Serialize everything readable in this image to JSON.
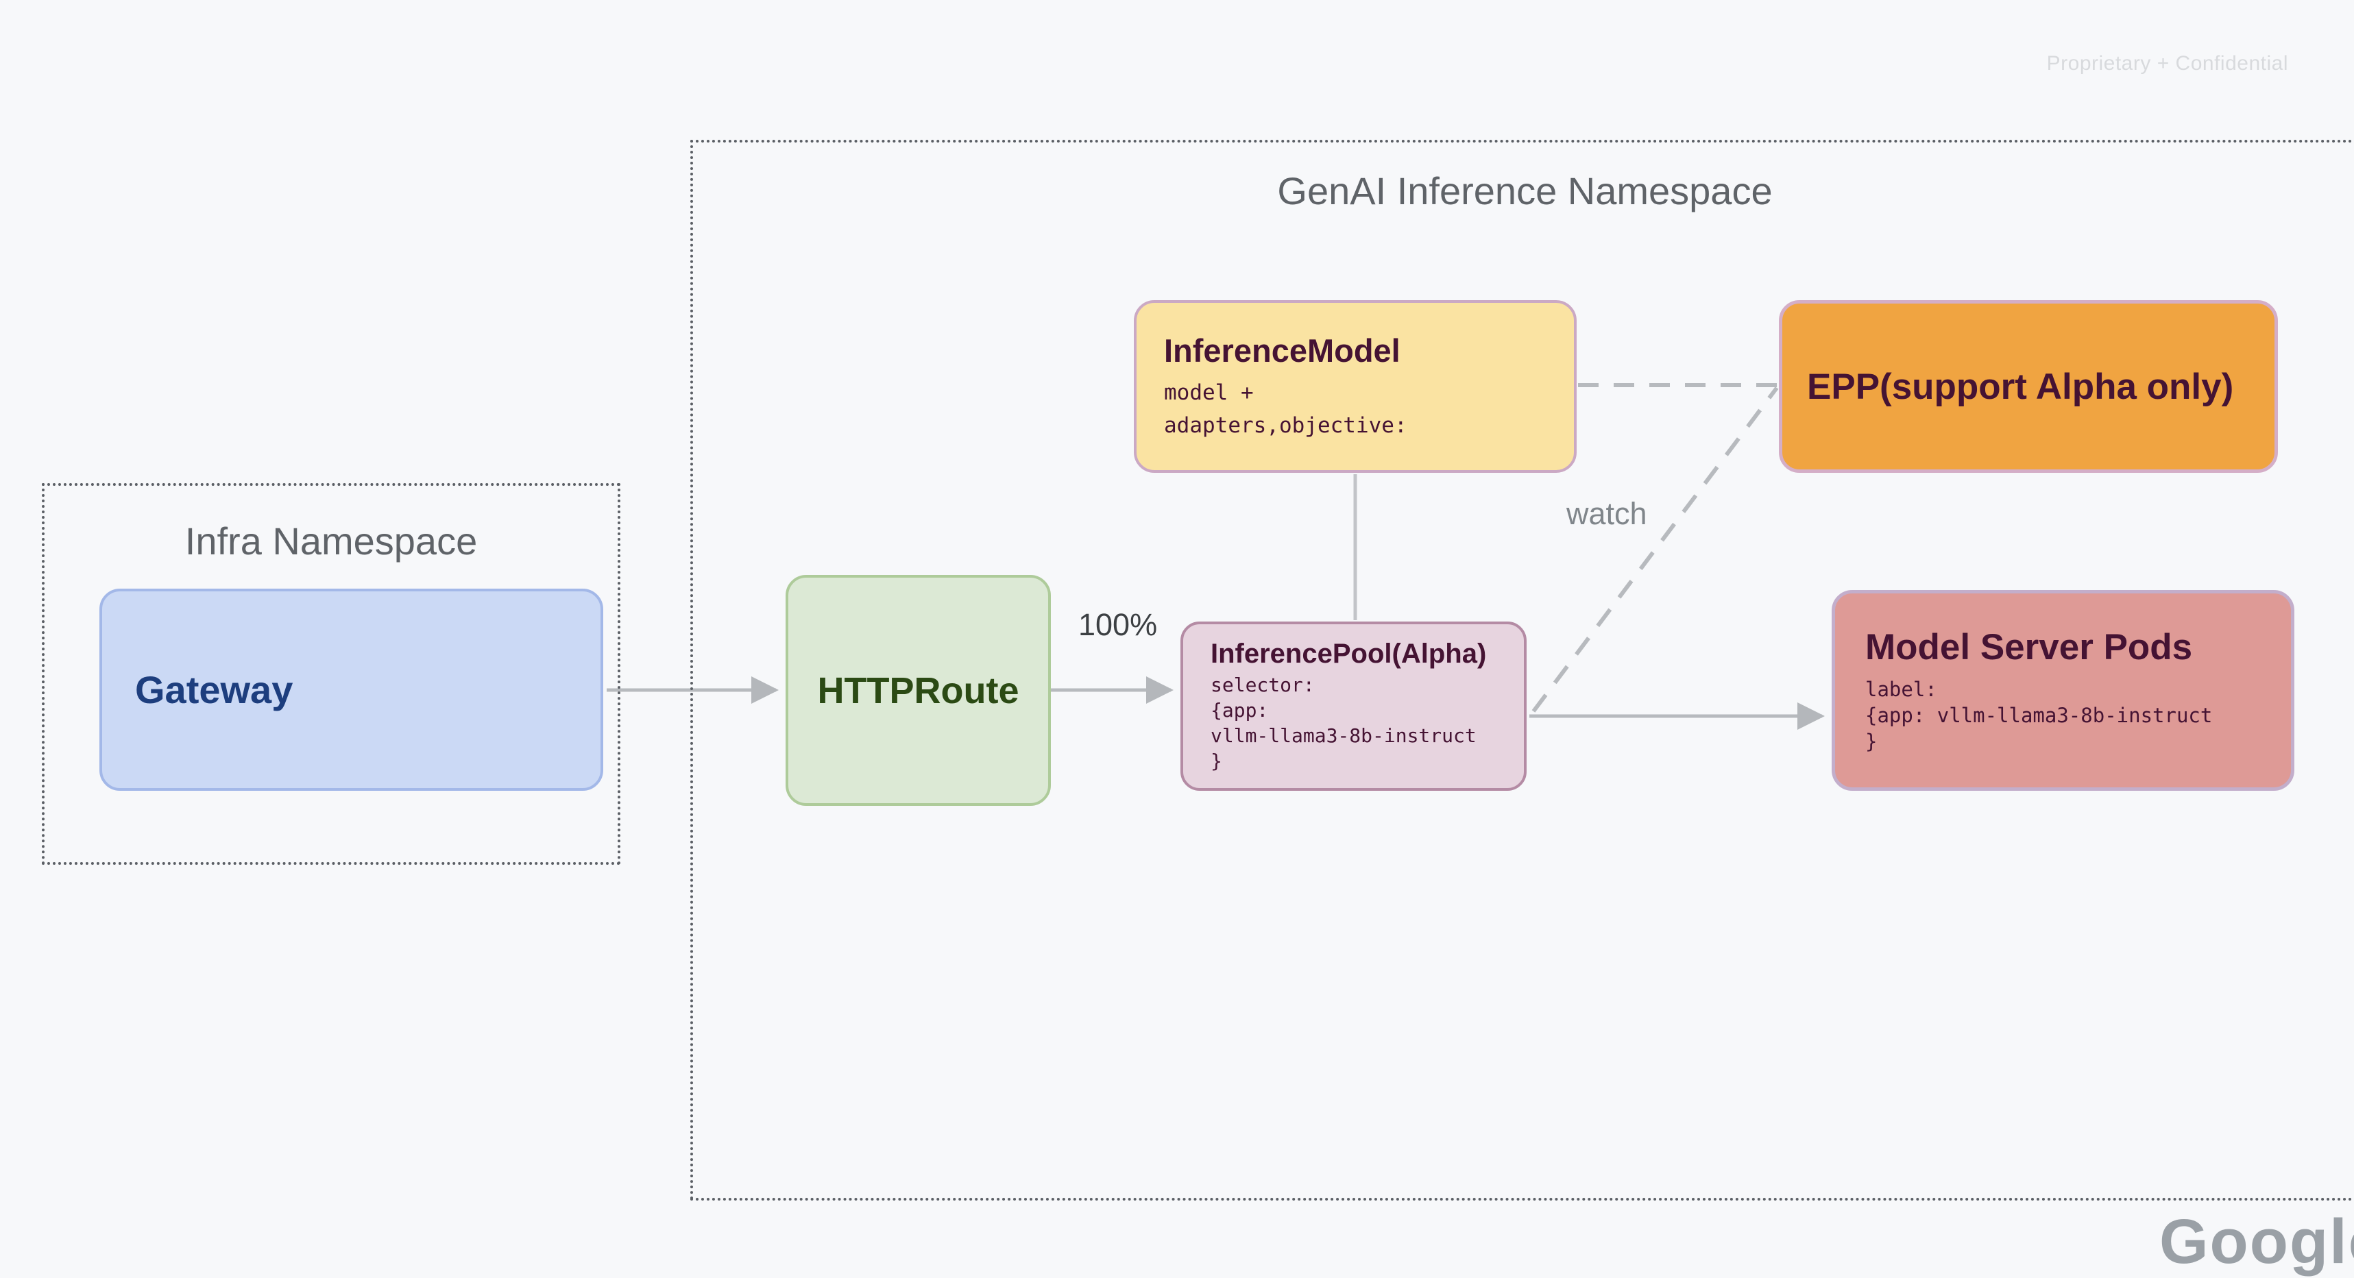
{
  "page": {
    "confidential_label": "Proprietary + Confidential",
    "google_logo": "Google"
  },
  "infra_namespace": {
    "title": "Infra Namespace",
    "gateway": {
      "label": "Gateway"
    }
  },
  "genai_namespace": {
    "title": "GenAI Inference Namespace",
    "httproute": {
      "label": "HTTPRoute"
    },
    "inference_model": {
      "title": "InferenceModel",
      "body": "model +\nadapters,objective:"
    },
    "epp": {
      "label": "EPP(support Alpha only)"
    },
    "inference_pool": {
      "title": "InferencePool(Alpha)",
      "body": "selector:\n{app:\nvllm-llama3-8b-instruct\n}"
    },
    "model_server_pods": {
      "title": "Model Server Pods",
      "body": "label:\n{app: vllm-llama3-8b-instruct\n}"
    },
    "edge_labels": {
      "route_weight": "100%",
      "watch": "watch"
    }
  },
  "colors": {
    "background": "#f7f8fa",
    "namespace_border": "#5b5f65",
    "namespace_title": "#5f6368",
    "connector_gray": "#b7babe",
    "confidential_text": "#d8dadd",
    "gateway_fill": "#cbd9f5",
    "gateway_border": "#a3b8e8",
    "gateway_text": "#1d3e7e",
    "httproute_fill": "#dce9d5",
    "httproute_border": "#aecb9a",
    "httproute_text": "#2b4a14",
    "inference_model_fill": "#fae3a2",
    "inference_model_border": "#cba9c4",
    "epp_fill": "#f0a441",
    "epp_border": "#d4aec7",
    "inference_pool_fill": "#e7d4df",
    "inference_pool_border": "#b48ba4",
    "model_server_pods_fill": "#de9a96",
    "model_server_pods_border": "#c3aecb",
    "dark_node_text": "#451333",
    "google_logo_gray": "#9aa0a6"
  }
}
